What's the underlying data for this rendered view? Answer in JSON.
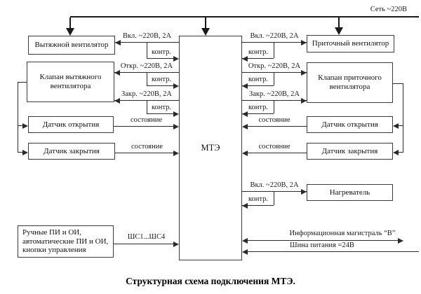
{
  "caption": "Структурная схема подключения МТЭ.",
  "blocks": {
    "mte": "МТЭ",
    "exhaust_fan": "Вытяжной вентилятор",
    "exhaust_valve": "Клапан вытяжного\nвентилятора",
    "open_sensor_left": "Датчик открытия",
    "close_sensor_left": "Датчик закрытия",
    "manual_controls": "Ручные ПИ и ОИ,\nавтоматические ПИ и ОИ,\nкнопки управления",
    "supply_fan": "Приточный вентилятор",
    "supply_valve": "Клапан приточного\nвентилятора",
    "open_sensor_right": "Датчик открытия",
    "close_sensor_right": "Датчик закрытия",
    "heater": "Нагреватель"
  },
  "labels": {
    "net": "Сеть ~220В",
    "on_220": "Вкл. ~220В, 2А",
    "open_220": "Откр. ~220В, 2А",
    "close_220": "Закр. ~220В, 2А",
    "ctrl": "контр.",
    "state": "состояние",
    "shs": "ШС1...ШС4",
    "info_bus": "Информационная магистраль “В”",
    "power_bus": "Шина питания =24В"
  },
  "colors": {
    "line": "#2a2a2a",
    "background": "#ffffff",
    "text": "#111111"
  }
}
